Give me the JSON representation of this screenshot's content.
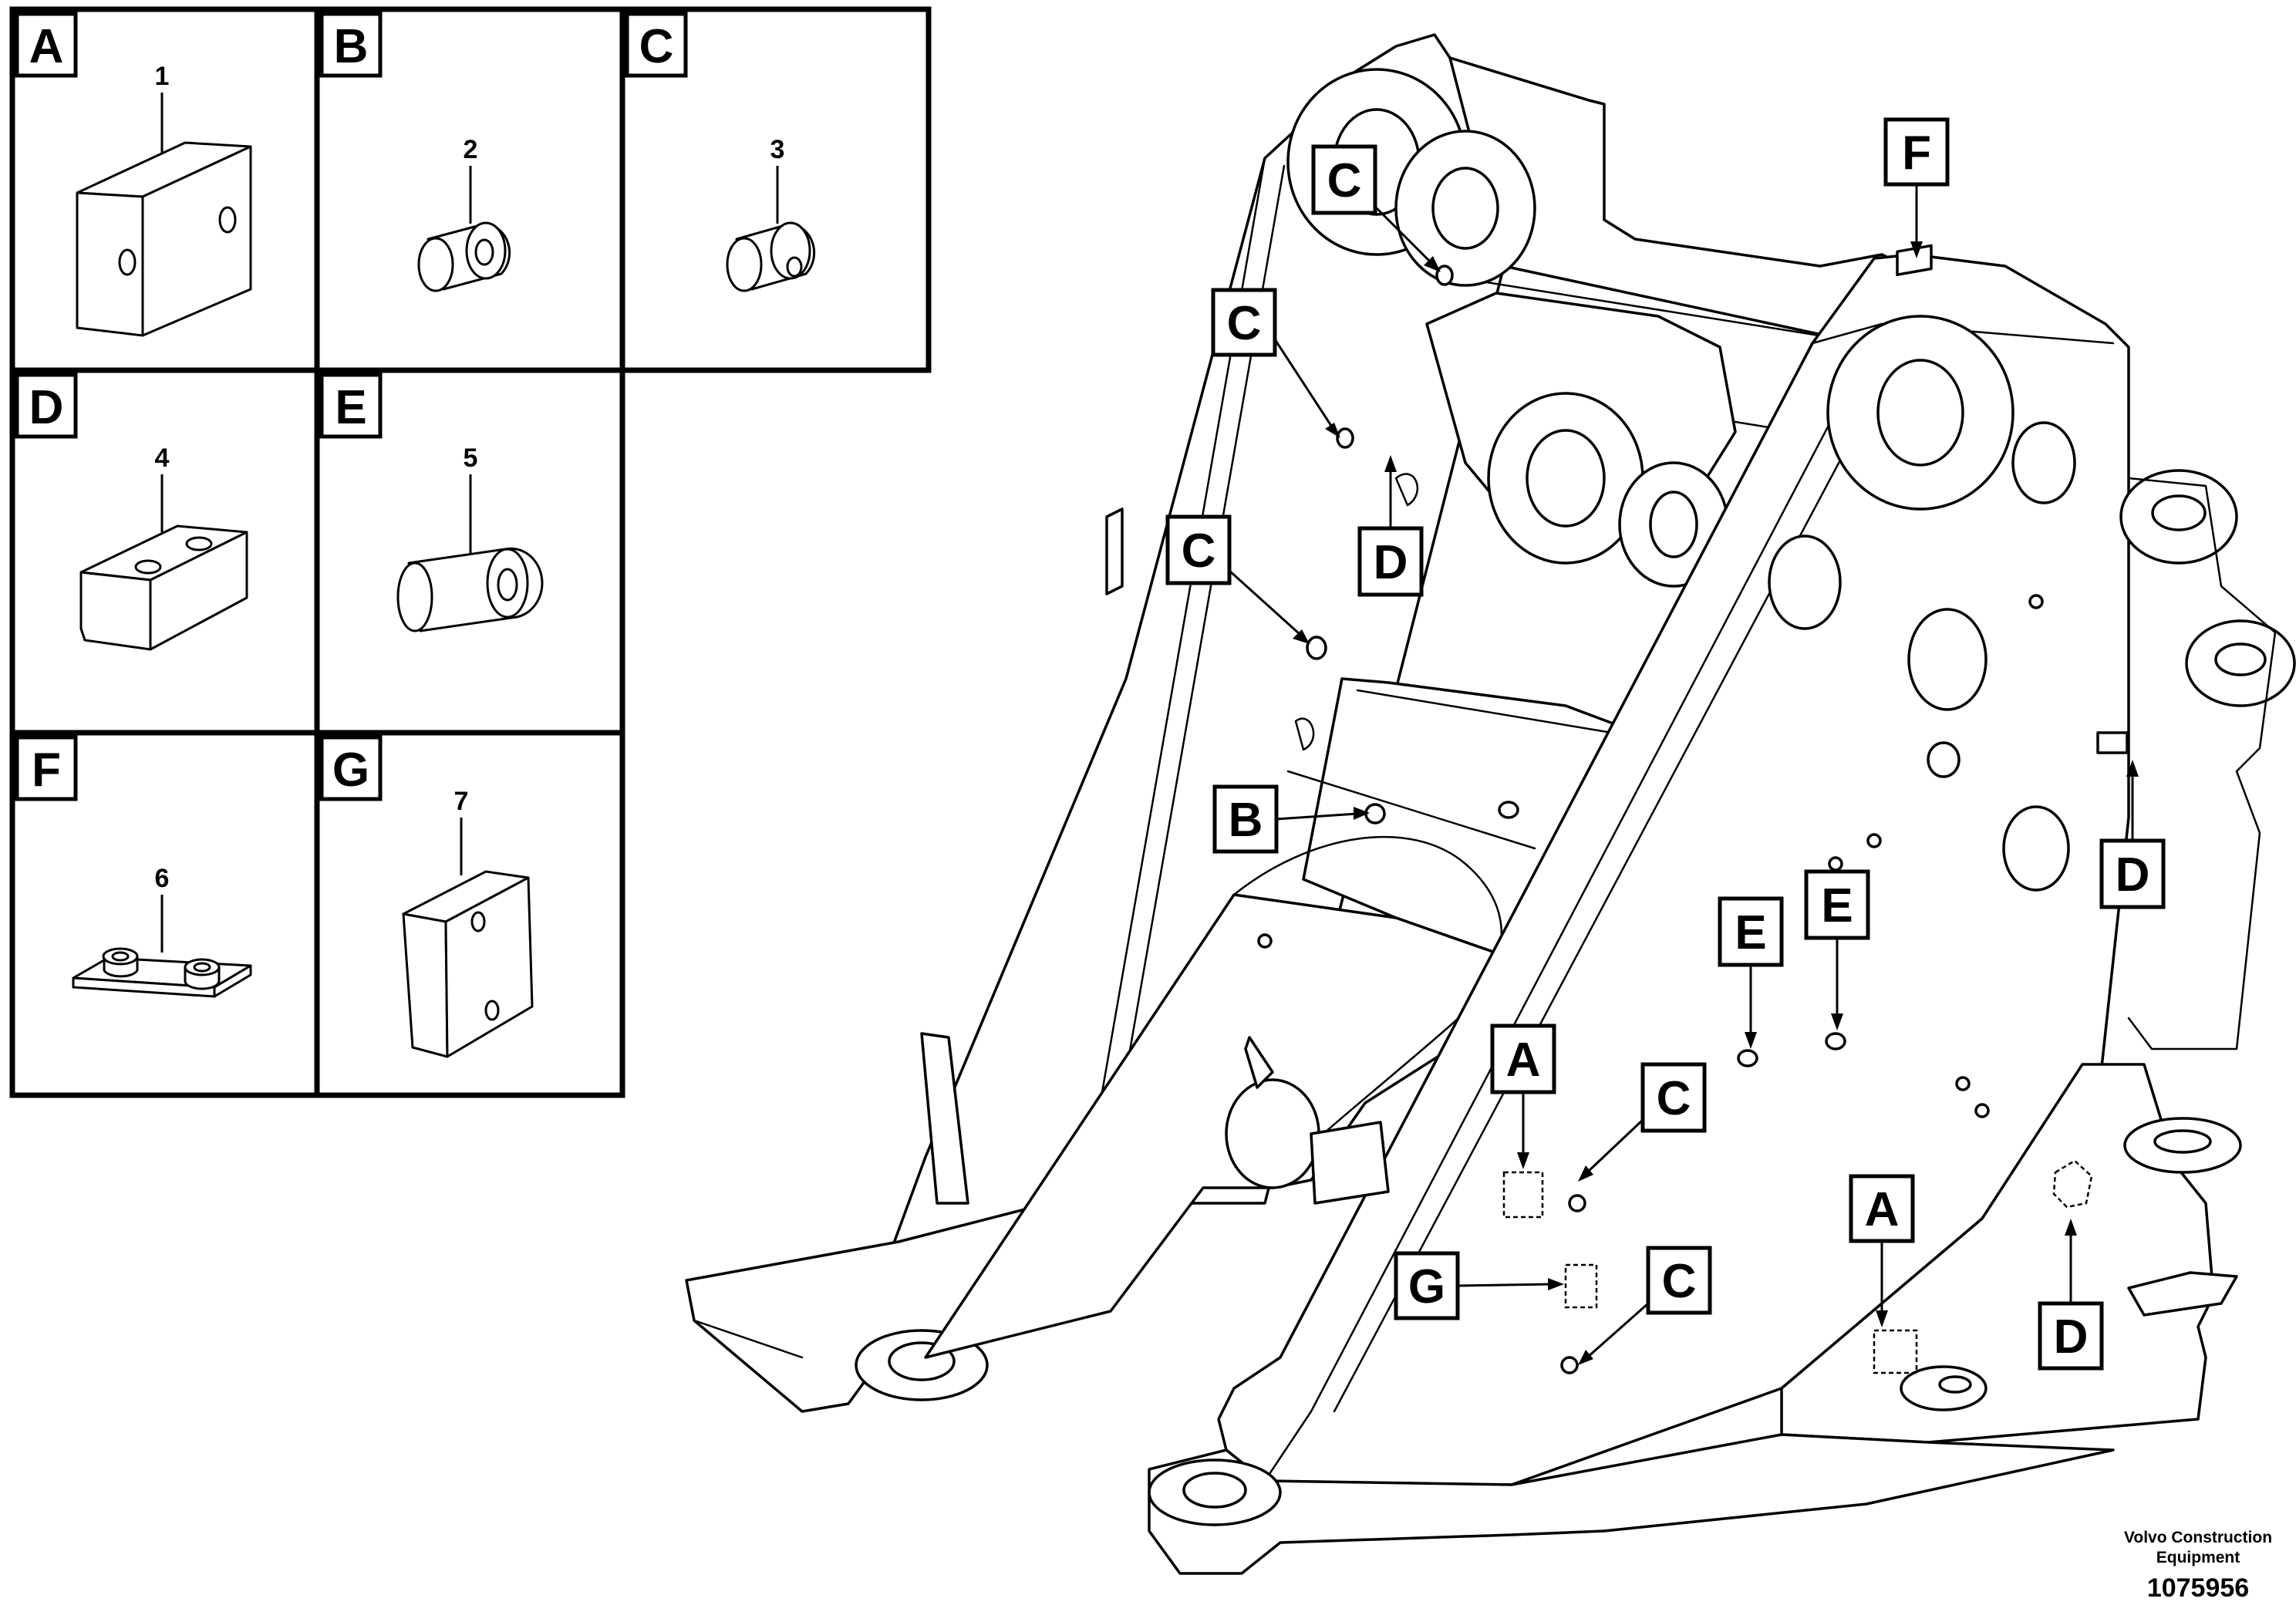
{
  "legend": {
    "panels": [
      {
        "letter": "A",
        "part_number": "1"
      },
      {
        "letter": "B",
        "part_number": "2"
      },
      {
        "letter": "C",
        "part_number": "3"
      },
      {
        "letter": "D",
        "part_number": "4"
      },
      {
        "letter": "E",
        "part_number": "5"
      },
      {
        "letter": "F",
        "part_number": "6"
      },
      {
        "letter": "G",
        "part_number": "7"
      }
    ]
  },
  "callouts": [
    "C",
    "C",
    "C",
    "D",
    "F",
    "B",
    "E",
    "E",
    "A",
    "C",
    "G",
    "C",
    "A",
    "D",
    "D"
  ],
  "footer": {
    "brand_line1": "Volvo Construction",
    "brand_line2": "Equipment",
    "document_number": "1075956"
  }
}
